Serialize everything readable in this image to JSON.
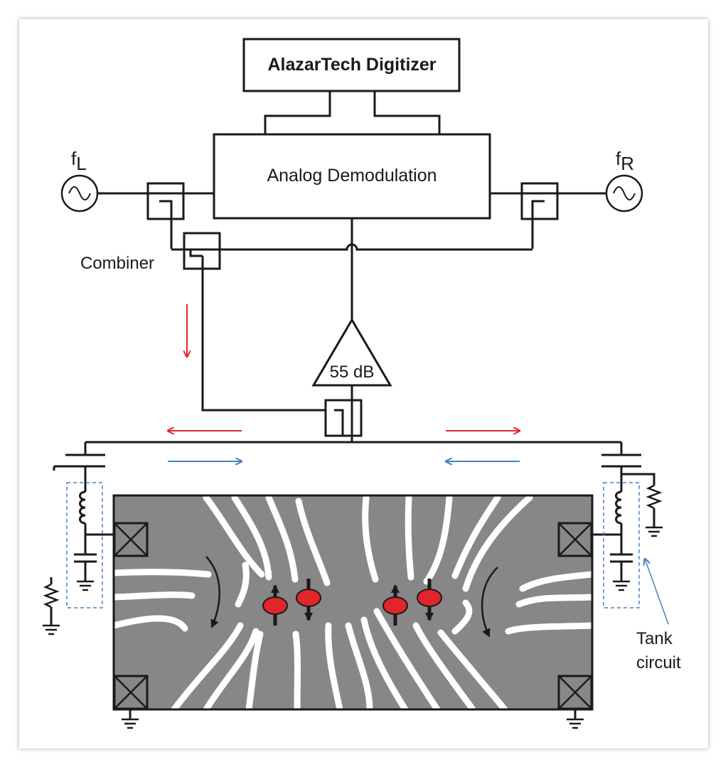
{
  "labels": {
    "digitizer": "AlazarTech Digitizer",
    "demod": "Analog Demodulation",
    "f_left_base": "f",
    "f_left_sub": "L",
    "f_right_base": "f",
    "f_right_sub": "R",
    "combiner": "Combiner",
    "amplifier_gain": "55 dB",
    "tank_line1": "Tank",
    "tank_line2": "circuit"
  },
  "colors": {
    "wire": "#1a1a1a",
    "probe_arrow": "#e0262b",
    "reflected_arrow": "#4a7fc1",
    "device_background": "#878787",
    "gate_electrode": "#ffffff",
    "dot": "#e0262b",
    "tank_box": "#4a7fc1"
  }
}
